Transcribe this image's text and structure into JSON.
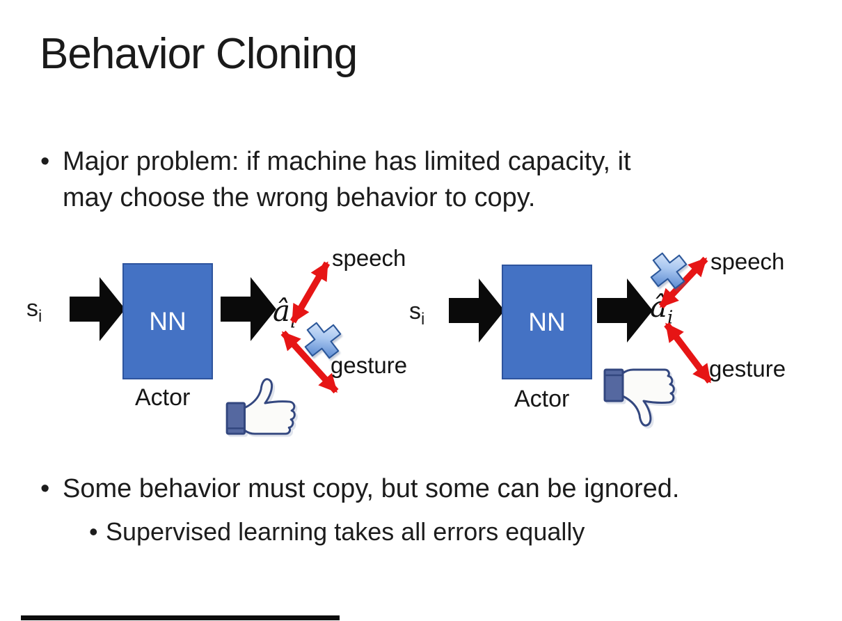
{
  "slide": {
    "title": "Behavior Cloning",
    "bullet_char": "•",
    "bullet1_lines": [
      "Major problem: if machine has limited capacity, it",
      "may choose the wrong behavior to copy."
    ],
    "bullet2": "Some behavior must copy, but some can be ignored.",
    "sub_bullet": "Supervised learning takes all errors equally"
  },
  "diagrams": [
    {
      "state": "s",
      "state_sub": "i",
      "box_label": "NN",
      "caption": "Actor",
      "action": "â",
      "action_sub": "i",
      "speech_label": "speech",
      "gesture_label": "gesture",
      "crossed_output": "gesture",
      "feedback_icon": "thumbs-up"
    },
    {
      "state": "s",
      "state_sub": "i",
      "box_label": "NN",
      "caption": "Actor",
      "action": "â",
      "action_sub": "i",
      "speech_label": "speech",
      "gesture_label": "gesture",
      "crossed_output": "speech",
      "feedback_icon": "thumbs-down"
    }
  ],
  "colors": {
    "text_black": "#1c1c1c",
    "box_blue": "#4472c4",
    "box_border": "#2e549e",
    "arrow_red": "#e61515",
    "icon_navy": "#33477f",
    "cuff_blue": "#5568a0"
  }
}
